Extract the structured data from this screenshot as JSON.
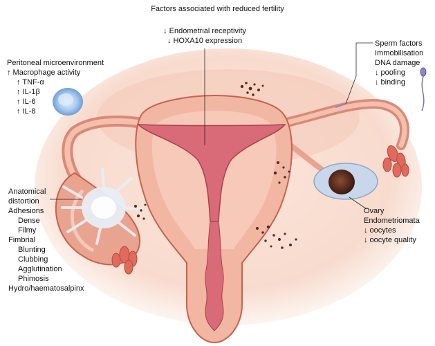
{
  "title": "Factors associated with reduced fertility",
  "center": {
    "line1": "↓ Endometrial receptivity",
    "line2": "↓ HOXA10 expression"
  },
  "peritoneal": {
    "heading": "Peritoneal microenvironment",
    "items": [
      "↑ Macrophage activity",
      "↑ TNF-α",
      "↑ IL-1β",
      "↑ IL-6",
      "↑ IL-8"
    ]
  },
  "sperm": {
    "heading": "Sperm factors",
    "items": [
      "Immobilisation",
      "DNA damage",
      "↓ pooling",
      "↓ binding"
    ]
  },
  "anatomical": {
    "lines": [
      "Anatomical",
      "distortion",
      "Adhesions",
      "Dense",
      "Filmy",
      "Fimbrial",
      "Blunting",
      "Clubbing",
      "Agglutination",
      "Phimosis",
      "Hydro/haematosalpinx"
    ]
  },
  "ovary": {
    "lines": [
      "Ovary",
      "Endometriomata",
      "↓ oocytes",
      "↓ oocyte quality"
    ]
  },
  "colors": {
    "background": "#ffffff",
    "tissue_light": "#f7d2c4",
    "tissue_mid": "#e9a48f",
    "tissue_dark": "#c8614d",
    "cavity": "#d96a78",
    "lesion": "#5a2a1c",
    "macrophage": "#9fc3e8",
    "adhesion": "#e8eef6"
  }
}
